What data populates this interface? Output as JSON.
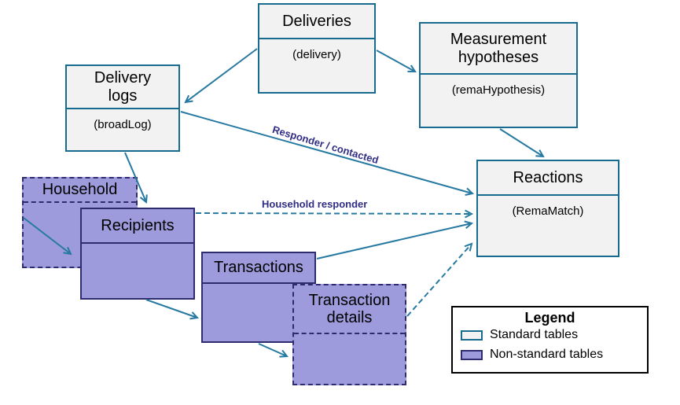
{
  "entities": {
    "deliveries": {
      "title": "Deliveries",
      "subtitle": "(delivery)"
    },
    "delivery_logs": {
      "title": "Delivery\nlogs",
      "subtitle": "(broadLog)"
    },
    "measurement_hypotheses": {
      "title": "Measurement\nhypotheses",
      "subtitle": "(remaHypothesis)"
    },
    "reactions": {
      "title": "Reactions",
      "subtitle": "(RemaMatch)"
    },
    "household": {
      "title": "Household"
    },
    "recipients": {
      "title": "Recipients"
    },
    "transactions": {
      "title": "Transactions"
    },
    "transaction_details": {
      "title": "Transaction\ndetails"
    }
  },
  "connector_labels": {
    "responder_contacted": "Responder / contacted",
    "household_responder": "Household responder"
  },
  "legend": {
    "title": "Legend",
    "items": [
      {
        "label": "Standard tables",
        "swatch": "standard"
      },
      {
        "label": "Non-standard tables",
        "swatch": "nonstandard"
      }
    ]
  },
  "colors": {
    "standard_fill": "#f2f2f2",
    "standard_border": "#176b8e",
    "nonstandard_fill": "#9d9bdc",
    "nonstandard_border": "#2e2c6e",
    "arrow": "#2679a1",
    "connector_label_text": "#312e85",
    "legend_border": "#000000"
  }
}
